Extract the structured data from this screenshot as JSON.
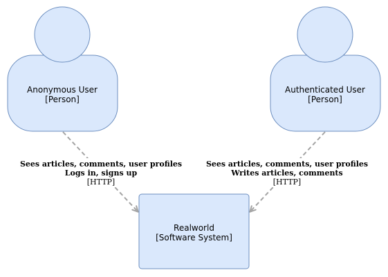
{
  "colors": {
    "node_fill": "#dae8fc",
    "node_stroke": "#6c8ebf",
    "edge": "#a3a3a3"
  },
  "nodes": {
    "anonymous_user": {
      "name": "Anonymous User",
      "type": "[Person]",
      "icon": "person-shape"
    },
    "authenticated_user": {
      "name": "Authenticated User",
      "type": "[Person]",
      "icon": "person-shape"
    },
    "realworld": {
      "name": "Realworld",
      "type": "[Software System]"
    }
  },
  "edges": {
    "anonymous_to_realworld": {
      "line1": "Sees articles, comments, user profiles",
      "line2": "Logs in, signs up",
      "tech": "[HTTP]",
      "style": "dashed"
    },
    "authenticated_to_realworld": {
      "line1": "Sees articles, comments, user profiles",
      "line2": "Writes articles, comments",
      "tech": "[HTTP]",
      "style": "dashed"
    }
  }
}
